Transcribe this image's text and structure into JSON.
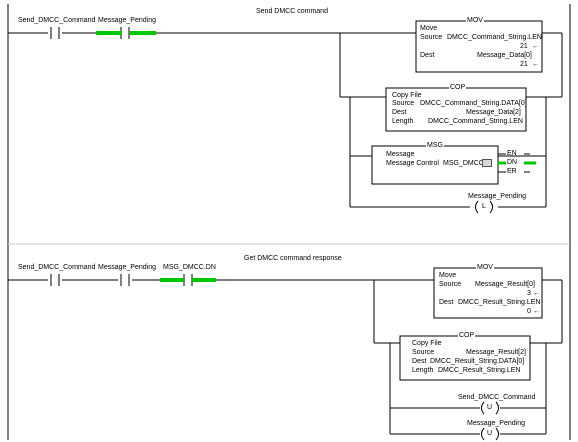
{
  "rung0": {
    "comment": "Send DMCC command",
    "contacts": [
      "Send_DMCC_Command",
      "Message_Pending"
    ],
    "mov": {
      "title": "MOV",
      "name": "Move",
      "source_label": "Source",
      "source_tag": "DMCC_Command_String.LEN",
      "source_value": "21",
      "dest_label": "Dest",
      "dest_tag": "Message_Data[0]",
      "dest_value": "21"
    },
    "cop": {
      "title": "COP",
      "name": "Copy File",
      "source_label": "Source",
      "source_tag": "DMCC_Command_String.DATA[0]",
      "dest_label": "Dest",
      "dest_tag": "Message_Data[2]",
      "length_label": "Length",
      "length_tag": "DMCC_Command_String.LEN"
    },
    "msg": {
      "title": "MSG",
      "name": "Message",
      "control_label": "Message Control",
      "control_tag": "MSG_DMCC",
      "en": "EN",
      "dn": "DN",
      "er": "ER"
    },
    "latch": {
      "tag": "Message_Pending",
      "type": "L"
    }
  },
  "rung1": {
    "comment": "Get DMCC command response",
    "contacts": [
      "Send_DMCC_Command",
      "Message_Pending",
      "MSG_DMCC.DN"
    ],
    "mov": {
      "title": "MOV",
      "name": "Move",
      "source_label": "Source",
      "source_tag": "Message_Result[0]",
      "source_value": "3",
      "dest_label": "Dest",
      "dest_tag": "DMCC_Result_String.LEN",
      "dest_value": "0"
    },
    "cop": {
      "title": "COP",
      "name": "Copy File",
      "source_label": "Source",
      "source_tag": "Message_Result[2]",
      "dest_label": "Dest",
      "dest_tag": "DMCC_Result_String.DATA[0]",
      "length_label": "Length",
      "length_tag": "DMCC_Result_String.LEN"
    },
    "unlatch1": {
      "tag": "Send_DMCC_Command",
      "type": "U"
    },
    "unlatch2": {
      "tag": "Message_Pending",
      "type": "U"
    }
  },
  "colors": {
    "wire": "#000000",
    "power_flow": "#00c800",
    "block_border": "#000000"
  }
}
